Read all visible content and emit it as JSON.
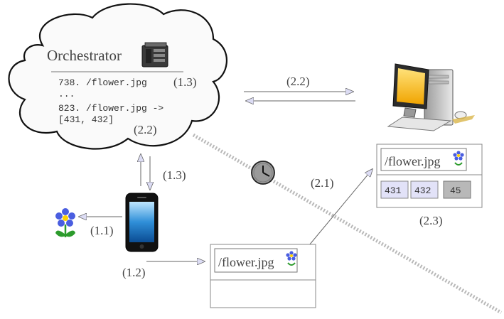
{
  "orchestrator": {
    "title": "Orchestrator",
    "log_lines": [
      "738. /flower.jpg",
      "...",
      "823. /flower.jpg ->",
      "[431, 432]"
    ]
  },
  "labels": {
    "step_1_1": "(1.1)",
    "step_1_2": "(1.2)",
    "step_1_3_cloud": "(1.3)",
    "step_1_3_arrow": "(1.3)",
    "step_2_1": "(2.1)",
    "step_2_2_cloud": "(2.2)",
    "step_2_2_arrow": "(2.2)",
    "step_2_3": "(2.3)"
  },
  "server_record": {
    "filename": "/flower.jpg",
    "slots": [
      "431",
      "432",
      "45"
    ]
  },
  "local_record": {
    "filename": "/flower.jpg"
  },
  "icons": [
    "server-icon",
    "desktop-computer-icon",
    "smartphone-icon",
    "flower-icon",
    "clock-icon"
  ]
}
